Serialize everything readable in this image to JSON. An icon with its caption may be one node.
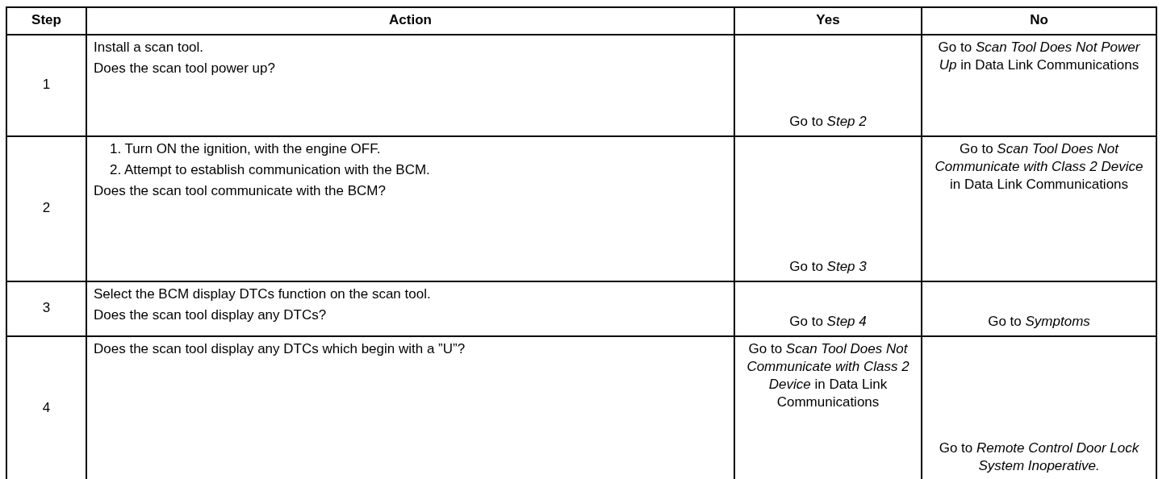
{
  "diagram": {
    "labels": [
      "Step",
      "Action",
      "Yes",
      "No",
      "1",
      "Install a scan tool.",
      "Does the scan tool power up?",
      "Go to *Step 2*",
      "Go to *Scan Tool Does Not Power Up* in Data Link Communications",
      "2",
      "1. Turn ON the ignition, with the engine OFF.",
      "2. Attempt to establish communication with the BCM.",
      "Does the scan tool communicate with the BCM?",
      "Go to *Step 3*",
      "Go to *Scan Tool Does Not Communicate with Class 2 Device* in Data Link Communications",
      "3",
      "Select the BCM display DTCs function on the scan tool.",
      "Does the scan tool display any DTCs?",
      "Go to *Step 4*",
      "Go to *Symptoms*",
      "4",
      "Does the scan tool display any DTCs which begin with a ”U”?",
      "Go to *Scan Tool Does Not Communicate with Class 2 Device* in Data Link Communications",
      "Go to *Remote Control Door Lock System Inoperative.*"
    ]
  }
}
